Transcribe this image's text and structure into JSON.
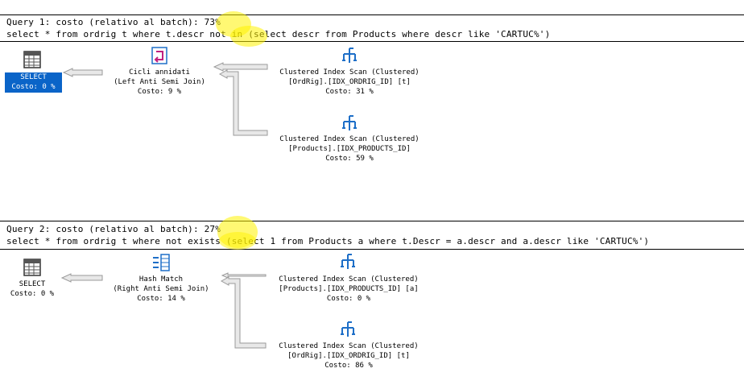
{
  "queries": [
    {
      "header": "Query 1: costo (relativo al batch): 73%",
      "sql": "select * from ordrig t where t.descr not in (select descr from Products where descr like 'CARTUC%')",
      "select": {
        "title": "SELECT",
        "cost": "Costo: 0 %"
      },
      "join": {
        "title": "Cicli annidati",
        "subtitle": "(Left Anti Semi Join)",
        "cost": "Costo: 9 %"
      },
      "scan1": {
        "title": "Clustered Index Scan (Clustered)",
        "object": "[OrdRig].[IDX_ORDRIG_ID] [t]",
        "cost": "Costo: 31 %"
      },
      "scan2": {
        "title": "Clustered Index Scan (Clustered)",
        "object": "[Products].[IDX_PRODUCTS_ID]",
        "cost": "Costo: 59 %"
      }
    },
    {
      "header": "Query 2: costo (relativo al batch): 27%",
      "sql": "select * from ordrig t where not exists (select 1 from Products a where t.Descr = a.descr and a.descr like 'CARTUC%')",
      "select": {
        "title": "SELECT",
        "cost": "Costo: 0 %"
      },
      "join": {
        "title": "Hash Match",
        "subtitle": "(Right Anti Semi Join)",
        "cost": "Costo: 14 %"
      },
      "scan1": {
        "title": "Clustered Index Scan (Clustered)",
        "object": "[Products].[IDX_PRODUCTS_ID] [a]",
        "cost": "Costo: 0 %"
      },
      "scan2": {
        "title": "Clustered Index Scan (Clustered)",
        "object": "[OrdRig].[IDX_ORDRIG_ID] [t]",
        "cost": "Costo: 86 %"
      }
    }
  ],
  "icons": {
    "select": "select-icon",
    "nested_loops": "nested-loops-icon",
    "hash_match": "hash-match-icon",
    "index_scan": "clustered-index-scan-icon"
  },
  "colors": {
    "selected_bg": "#0a64c8",
    "highlight": "#fff200",
    "arrow_fill": "#e8e8e8",
    "arrow_stroke": "#9a9a9a"
  }
}
